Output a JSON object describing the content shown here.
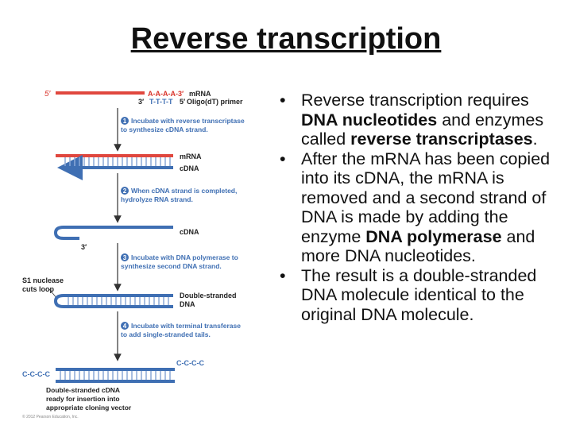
{
  "slide": {
    "title": "Reverse transcription"
  },
  "diagram": {
    "mrna_five_prime": "5′",
    "poly_a_tail": "A-A-A-A-3′",
    "mrna_label": "mRNA",
    "primer_three_prime": "3′",
    "primer_seq": "T-T-T-T",
    "primer_five_prime": "5′",
    "primer_label": "Oligo(dT) primer",
    "steps": [
      {
        "number": "1",
        "line1": "Incubate with reverse transcriptase",
        "line2": "to synthesize cDNA strand."
      },
      {
        "number": "2",
        "line1": "When cDNA strand is completed,",
        "line2": "hydrolyze RNA strand."
      },
      {
        "number": "3",
        "line1": "Incubate with DNA polymerase to",
        "line2": "synthesize second DNA strand."
      },
      {
        "number": "4",
        "line1": "Incubate with terminal transferase",
        "line2": "to add single-stranded tails."
      }
    ],
    "hybrid_mrna_label": "mRNA",
    "hybrid_cdna_label": "cDNA",
    "hairpin_cdna_label": "cDNA",
    "hairpin_three_prime": "3′",
    "s1_line1": "S1 nuclease",
    "s1_line2": "cuts loop",
    "ds_dna_line1": "Double-stranded",
    "ds_dna_line2": "DNA",
    "tail_right": "C-C-C-C",
    "tail_left": "C-C-C-C",
    "final_line1": "Double-stranded cDNA",
    "final_line2": "ready for insertion into",
    "final_line3": "appropriate cloning vector",
    "copyright": "© 2012 Pearson Education, Inc.",
    "colors": {
      "mrna": "#e0473e",
      "dna": "#3f6fb3",
      "label_red": "#d9342b",
      "arrow": "#333333"
    }
  },
  "bullets": [
    {
      "pre": "Reverse transcription requires ",
      "bold1": "DNA nucleotides",
      "mid": " and enzymes called ",
      "bold2": "reverse transcriptases",
      "post": "."
    },
    {
      "text": "After the mRNA has been copied into its cDNA, the mRNA is removed and a second strand of DNA is made by adding the enzyme ",
      "bold": "DNA polymerase",
      "post": " and more DNA nucleotides."
    },
    {
      "text": "The result is a double-stranded DNA molecule identical to the original DNA molecule."
    }
  ]
}
